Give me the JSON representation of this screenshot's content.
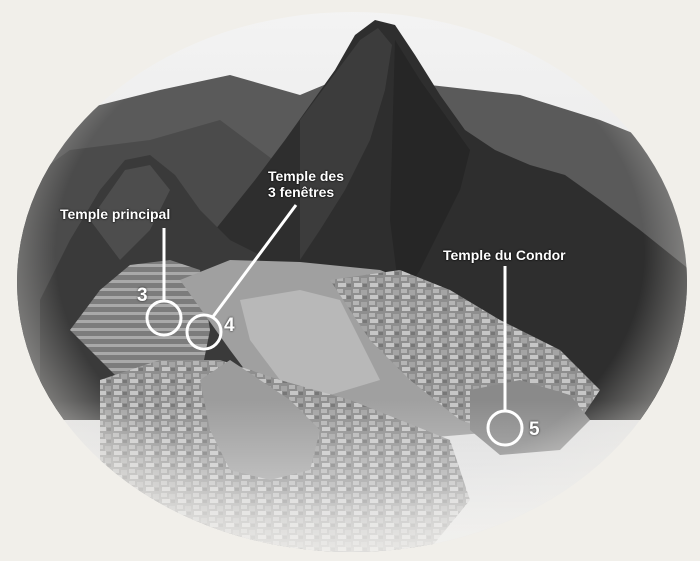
{
  "image": {
    "subject": "Machu Picchu ruins with mountain peak, vignetted oval photograph",
    "palette": {
      "background": "#f1efea",
      "sky": "#e9e9e9",
      "mountain_dark": "#2a2a2a",
      "mountain_mid": "#4a4a4a",
      "ruins_light": "#b9b9b9",
      "plaza": "#9a9a9a",
      "marker": "#ffffff"
    }
  },
  "callouts": [
    {
      "number": "3",
      "label": "Temple principal"
    },
    {
      "number": "4",
      "label_line1": "Temple des",
      "label_line2": "3 fenêtres"
    },
    {
      "number": "5",
      "label": "Temple du Condor"
    }
  ]
}
